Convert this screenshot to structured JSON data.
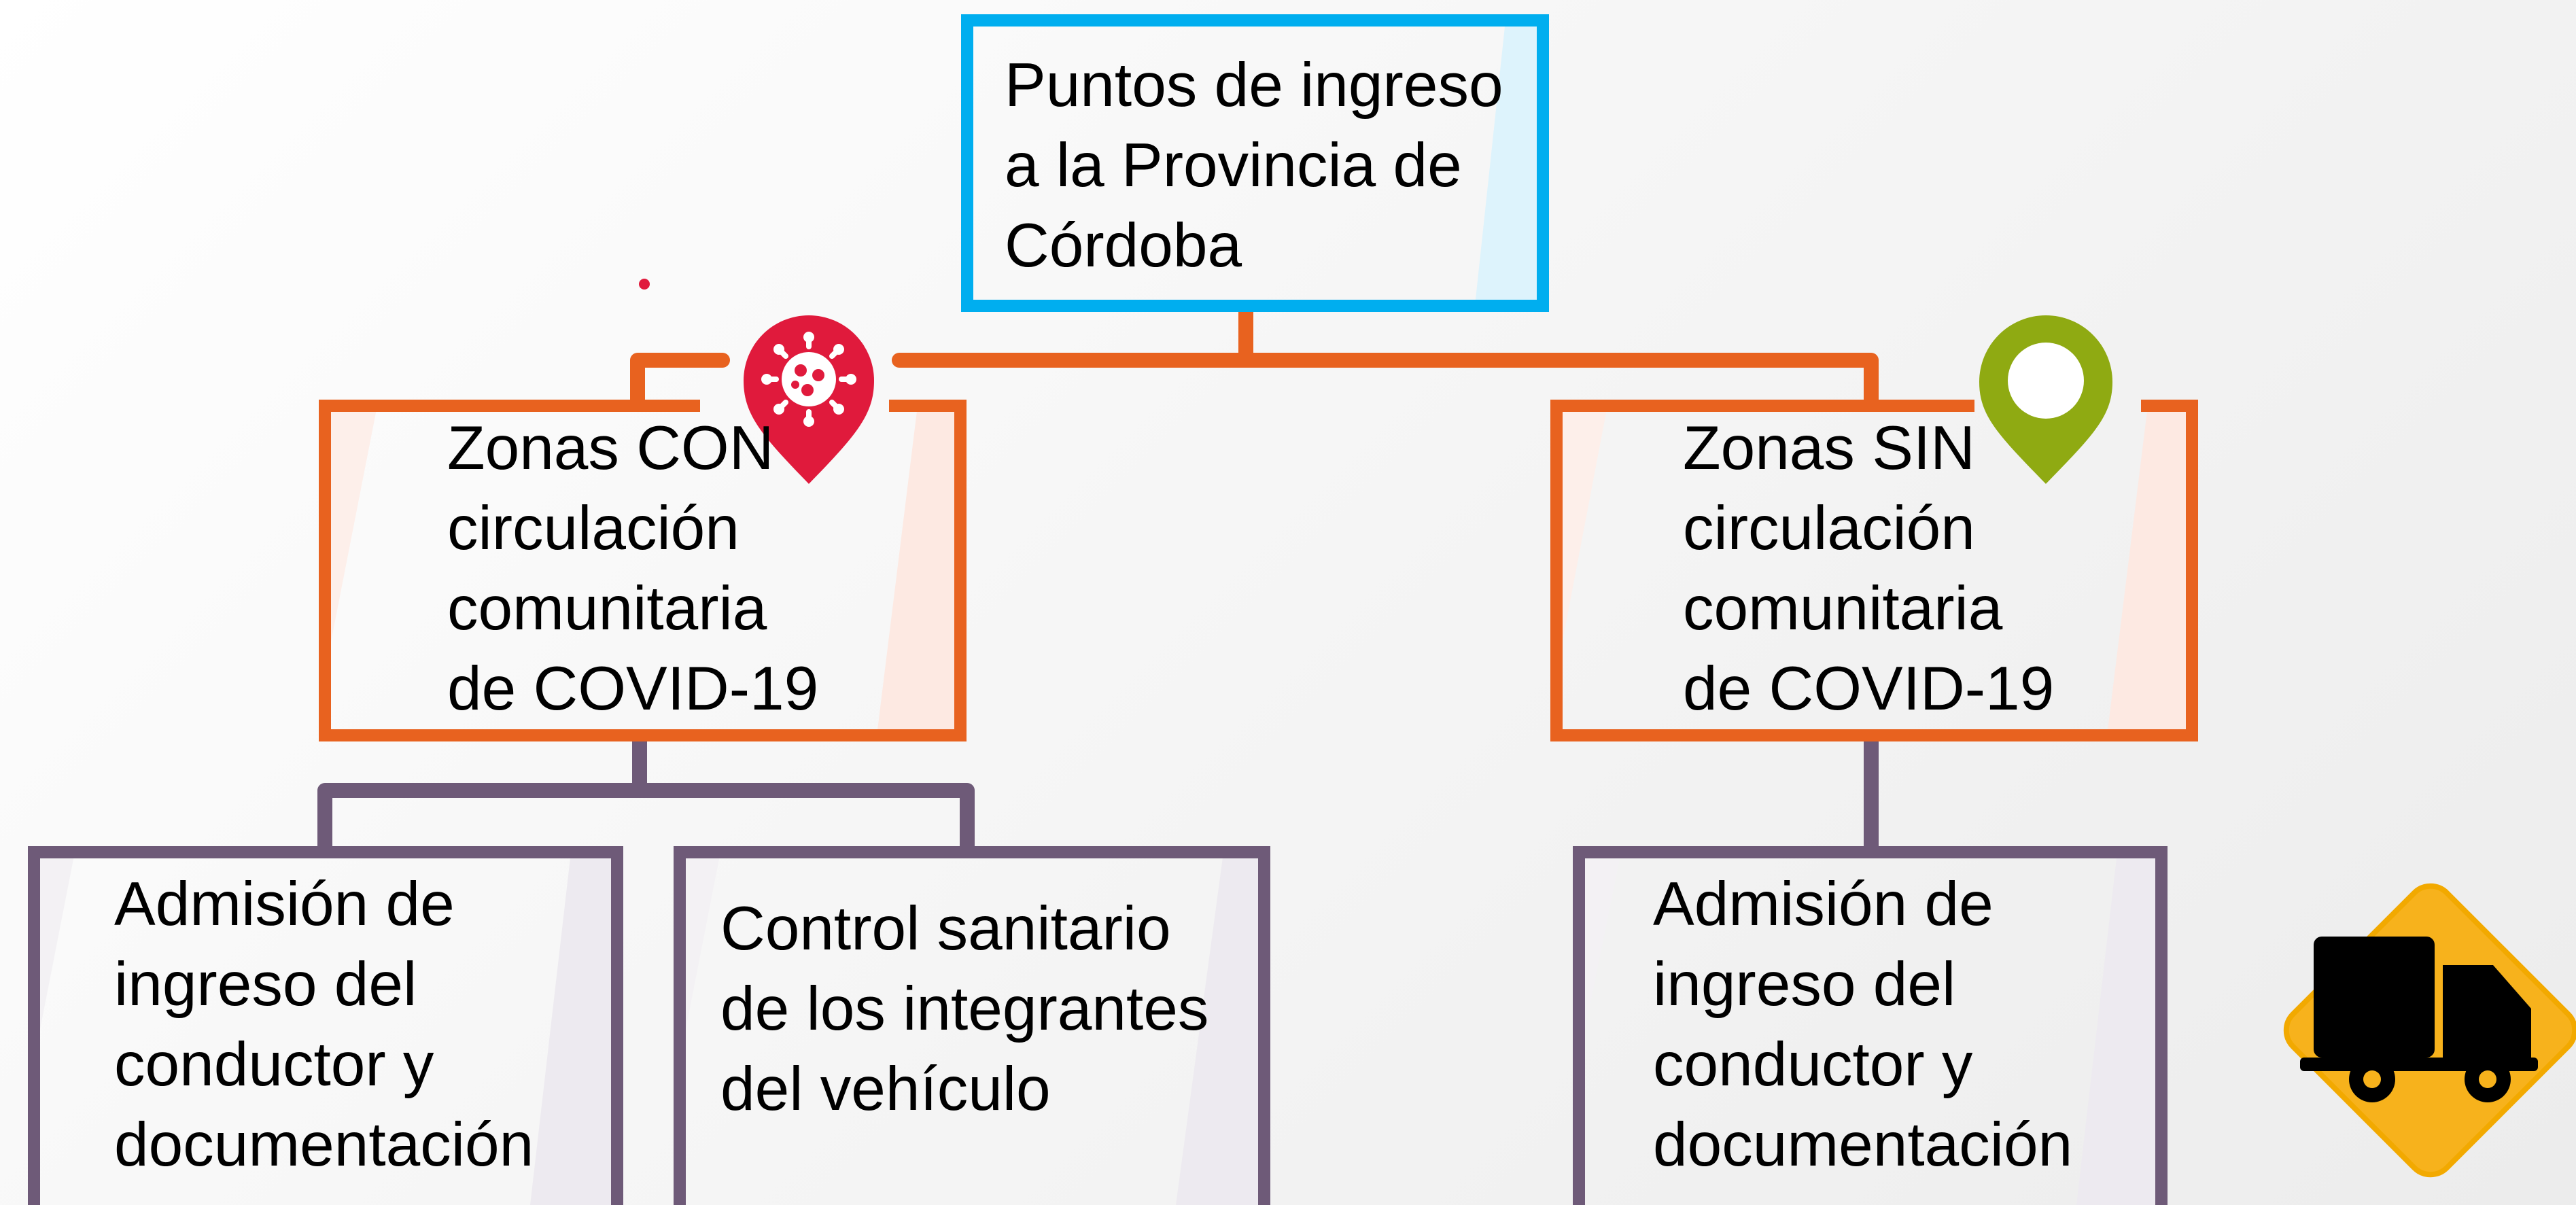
{
  "root": {
    "label": "Puntos de ingreso\na la Provincia de\nCórdoba",
    "color": "#00AEEF"
  },
  "branches": [
    {
      "label": "Zonas CON\ncirculación\ncomunitaria\nde COVID-19",
      "color": "#E8621F",
      "marker_icon": "virus-map-pin-icon",
      "marker_color": "#E01A3C",
      "children": [
        {
          "label": "Admisión de\ningreso del\nconductor y\ndocumentación",
          "color": "#6E5A78"
        },
        {
          "label": "Control sanitario\nde los integrantes\ndel vehículo",
          "color": "#6E5A78"
        }
      ]
    },
    {
      "label": "Zonas SIN\ncirculación\ncomunitaria\nde COVID-19",
      "color": "#E8621F",
      "marker_icon": "map-pin-icon",
      "marker_color": "#8FAA12",
      "children": [
        {
          "label": "Admisión de\ningreso del\nconductor y\ndocumentación",
          "color": "#6E5A78"
        }
      ]
    }
  ],
  "corner_icon": {
    "name": "truck-warning-sign-icon",
    "sign_color": "#F7B21C",
    "glyph_color": "#000000"
  },
  "connector_colors": {
    "orange": "#E8621F",
    "purple": "#6E5A78"
  }
}
